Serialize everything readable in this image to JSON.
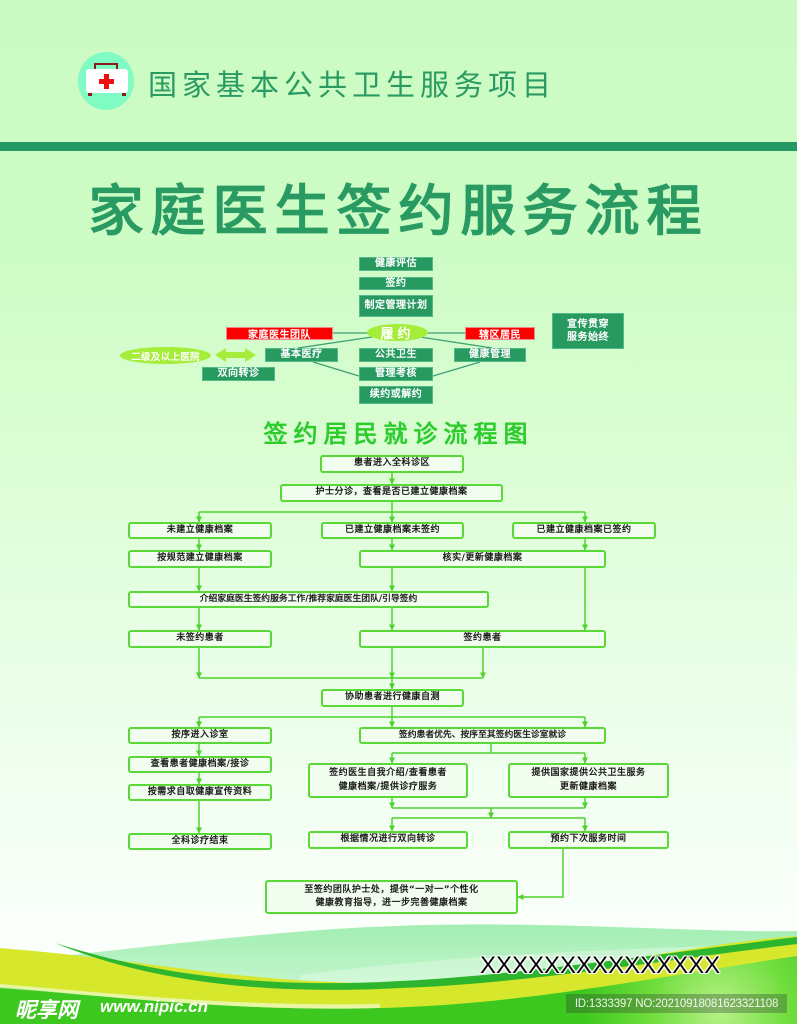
{
  "header": {
    "icon": "medical-kit-icon",
    "project_title": "国家基本公共卫生服务项目"
  },
  "title": "家庭医生签约服务流程",
  "service_diagram": {
    "steps_top": [
      "健康评估",
      "签约",
      "制定管理计划"
    ],
    "center": "履约",
    "left_party": "家庭医生团队",
    "right_party": "辖区居民",
    "hospital": "二级及以上医院",
    "hospital_link_icon": "double-arrow-icon",
    "referral": "双向转诊",
    "services": [
      "基本医疗",
      "公共卫生",
      "健康管理"
    ],
    "steps_bottom": [
      "管理考核",
      "续约或解约"
    ],
    "side_note": "宣传贯穿\n服务始终"
  },
  "visit_flow": {
    "title": "签约居民就诊流程图",
    "nodes": [
      {
        "id": "n0",
        "label": "患者进入全科诊区"
      },
      {
        "id": "n1",
        "label": "护士分诊，查看是否已建立健康档案"
      },
      {
        "id": "n2",
        "label": "未建立健康档案"
      },
      {
        "id": "n3",
        "label": "已建立健康档案未签约"
      },
      {
        "id": "n4",
        "label": "已建立健康档案已签约"
      },
      {
        "id": "n5",
        "label": "按规范建立健康档案"
      },
      {
        "id": "n6",
        "label": "核实/更新健康档案"
      },
      {
        "id": "n7",
        "label": "介绍家庭医生签约服务工作/推荐家庭医生团队/引导签约"
      },
      {
        "id": "n8",
        "label": "未签约患者"
      },
      {
        "id": "n9",
        "label": "签约患者"
      },
      {
        "id": "n10",
        "label": "协助患者进行健康自测"
      },
      {
        "id": "n11",
        "label": "按序进入诊室"
      },
      {
        "id": "n12",
        "label": "签约患者优先、按序至其签约医生诊室就诊"
      },
      {
        "id": "n13",
        "label": "查看患者健康档案/接诊"
      },
      {
        "id": "n14",
        "label": "按需求自取健康宣传资料"
      },
      {
        "id": "n15",
        "label": "全科诊疗结束"
      },
      {
        "id": "n16",
        "label": "签约医生自我介绍/查看患者\n健康档案/提供诊疗服务"
      },
      {
        "id": "n17",
        "label": "提供国家提供公共卫生服务\n更新健康档案"
      },
      {
        "id": "n18",
        "label": "根据情况进行双向转诊"
      },
      {
        "id": "n19",
        "label": "预约下次服务时间"
      },
      {
        "id": "n20",
        "label": "至签约团队护士处，提供“一对一”个性化\n健康教育指导，进一步完善健康档案"
      }
    ]
  },
  "footer": {
    "placeholder_text": "XXXXXXXXXXXXXXX",
    "watermark_logo": "昵享网",
    "watermark_url": "www.nipic.cn",
    "image_id": "ID:1333397 NO:20210918081623321108"
  },
  "colors": {
    "brand_green": "#279a60",
    "header_bar": "#259965",
    "accent_red": "#ff0000",
    "lime": "#a4ee3a",
    "flow_border": "#5ad838",
    "flow_title": "#2dcc2d",
    "background_top": "#cbfbc2"
  }
}
